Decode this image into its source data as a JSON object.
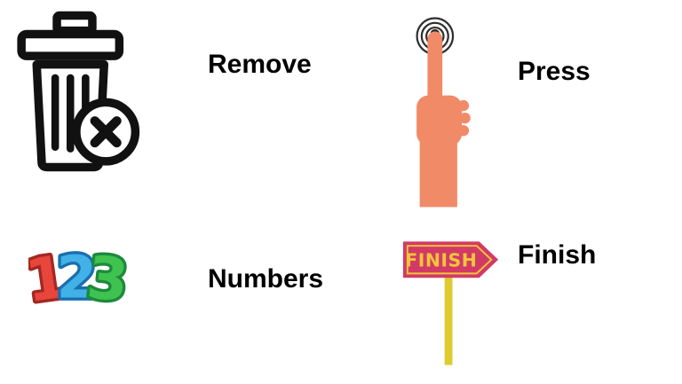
{
  "page": {
    "background": "#ffffff"
  },
  "items": [
    {
      "id": "remove",
      "label": "Remove",
      "icon": "trash-delete-icon"
    },
    {
      "id": "press",
      "label": "Press",
      "icon": "tap-press-icon"
    },
    {
      "id": "numbers",
      "label": "Numbers",
      "icon": "numbers-123-icon"
    },
    {
      "id": "finish",
      "label": "Finish",
      "icon": "finish-signpost-icon"
    }
  ],
  "icons": {
    "trash": {
      "color": "#111111",
      "badge_fill": "#ffffff"
    },
    "press": {
      "hand_color": "#f18a67",
      "ring_color": "#2e2e2e"
    },
    "numbers": {
      "digits": [
        "1",
        "2",
        "3"
      ],
      "fill_colors": [
        "#e8453c",
        "#41b1e8",
        "#3fc24f"
      ],
      "outline_colors": [
        "#a32822",
        "#1a6fae",
        "#1d8a3c"
      ]
    },
    "finish": {
      "sign_text": "FINISH",
      "sign_color": "#d23a66",
      "text_color": "#f2c53a",
      "trim_color": "#f2c53a",
      "pole_color": "#decb2e"
    }
  }
}
